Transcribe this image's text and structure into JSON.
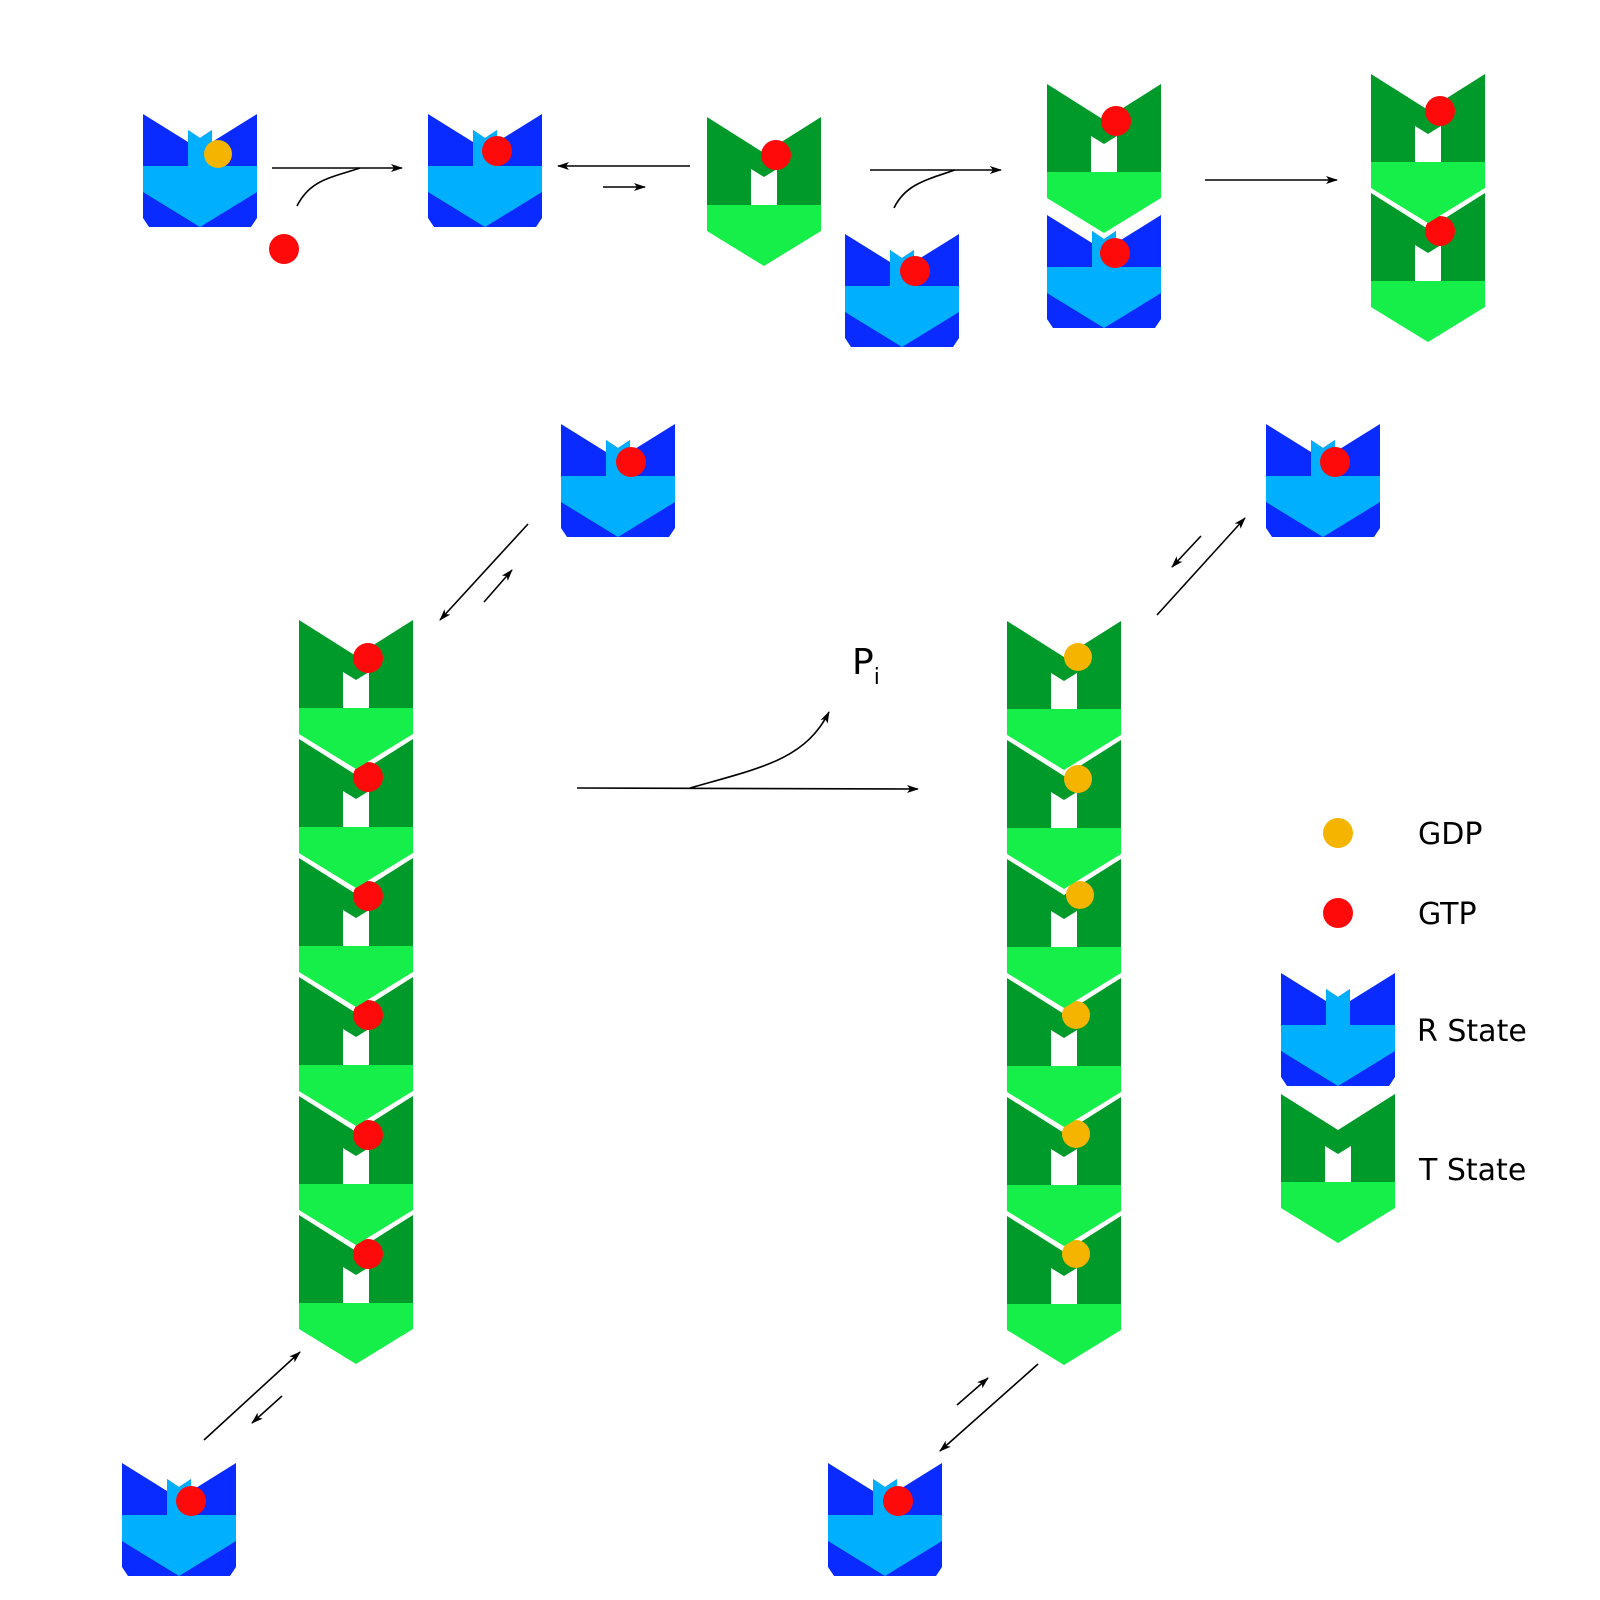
{
  "legend": {
    "gdp": "GDP",
    "gtp": "GTP",
    "r_state": "R State",
    "t_state": "T State"
  },
  "labels": {
    "pi_main": "P",
    "pi_sub": "i"
  },
  "colors": {
    "r_dark": "#0a2bff",
    "r_light": "#00b0ff",
    "t_dark": "#009a2a",
    "t_light": "#16ee4a",
    "gtp": "#ff0a0a",
    "gdp": "#f5b400",
    "arrow": "#000000"
  }
}
